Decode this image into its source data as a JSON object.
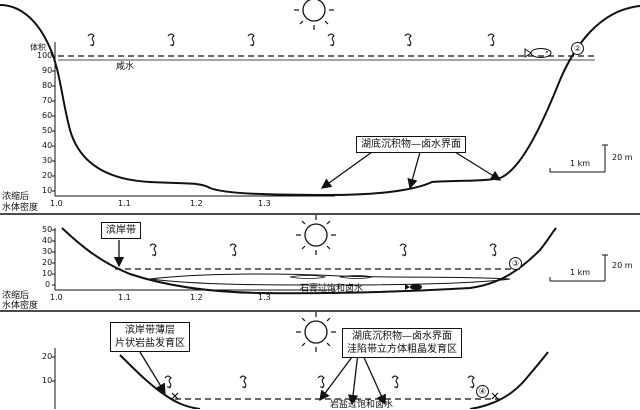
{
  "panel1": {
    "level_label": "体积",
    "y_ticks": [
      "100",
      "90",
      "80",
      "70",
      "60",
      "50",
      "40",
      "30",
      "20",
      "10"
    ],
    "x_ticks": [
      "1.0",
      "1.1",
      "1.2",
      "1.3"
    ],
    "axis_title_line1": "浓缩后",
    "axis_title_line2": "水体密度",
    "water_label": "咸水",
    "interface_label": "湖底沉积物—卤水界面",
    "scale_h": "1 km",
    "scale_v": "20 m",
    "stage_marker": "②"
  },
  "panel2": {
    "y_ticks": [
      "50",
      "40",
      "30",
      "20",
      "10",
      "0"
    ],
    "x_ticks": [
      "1.0",
      "1.1",
      "1.2",
      "1.3"
    ],
    "axis_title_line1": "浓缩后",
    "axis_title_line2": "水体密度",
    "shore_label": "滨岸带",
    "brine_label": "石膏过饱和卤水",
    "scale_h": "1 km",
    "scale_v": "20 m",
    "stage_marker": "③"
  },
  "panel3": {
    "y_ticks": [
      "20",
      "10"
    ],
    "shore_label_line1": "滨岸带薄层",
    "shore_label_line2": "片状岩盐发育区",
    "interface_label_line1": "湖底沉积物—卤水界面",
    "interface_label_line2": "洼陷带立方体粗晶发育区",
    "brine_label": "岩盐过饱和卤水",
    "stage_marker": "④"
  },
  "colors": {
    "ink": "#111111",
    "paper": "#ffffff"
  }
}
